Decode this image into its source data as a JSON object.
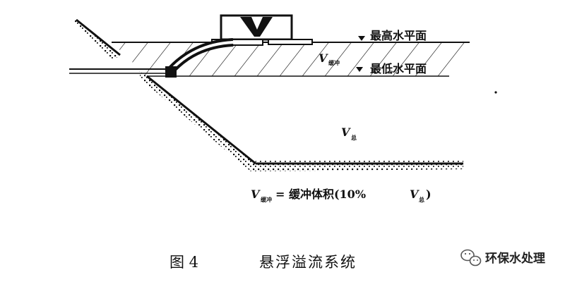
{
  "diagram": {
    "labels": {
      "max_level": "最高水平面",
      "min_level": "最低水平面",
      "v_buffer_symbol": "V",
      "v_buffer_sub": "缓冲",
      "v_main_symbol": "V",
      "v_main_sub": "总",
      "legend_lhs_symbol": "V",
      "legend_lhs_sub": "缓冲",
      "legend_rhs": " = 缓冲体积(10%",
      "legend_rhs_symbol": "V",
      "legend_rhs_sub": "总",
      "legend_close": ")"
    }
  },
  "caption": {
    "figure_number": "图 4",
    "title": "悬浮溢流系统"
  },
  "watermark": {
    "icon": "wechat-icon",
    "text": "环保水处理"
  },
  "colors": {
    "ink": "#111111",
    "background": "#ffffff"
  }
}
